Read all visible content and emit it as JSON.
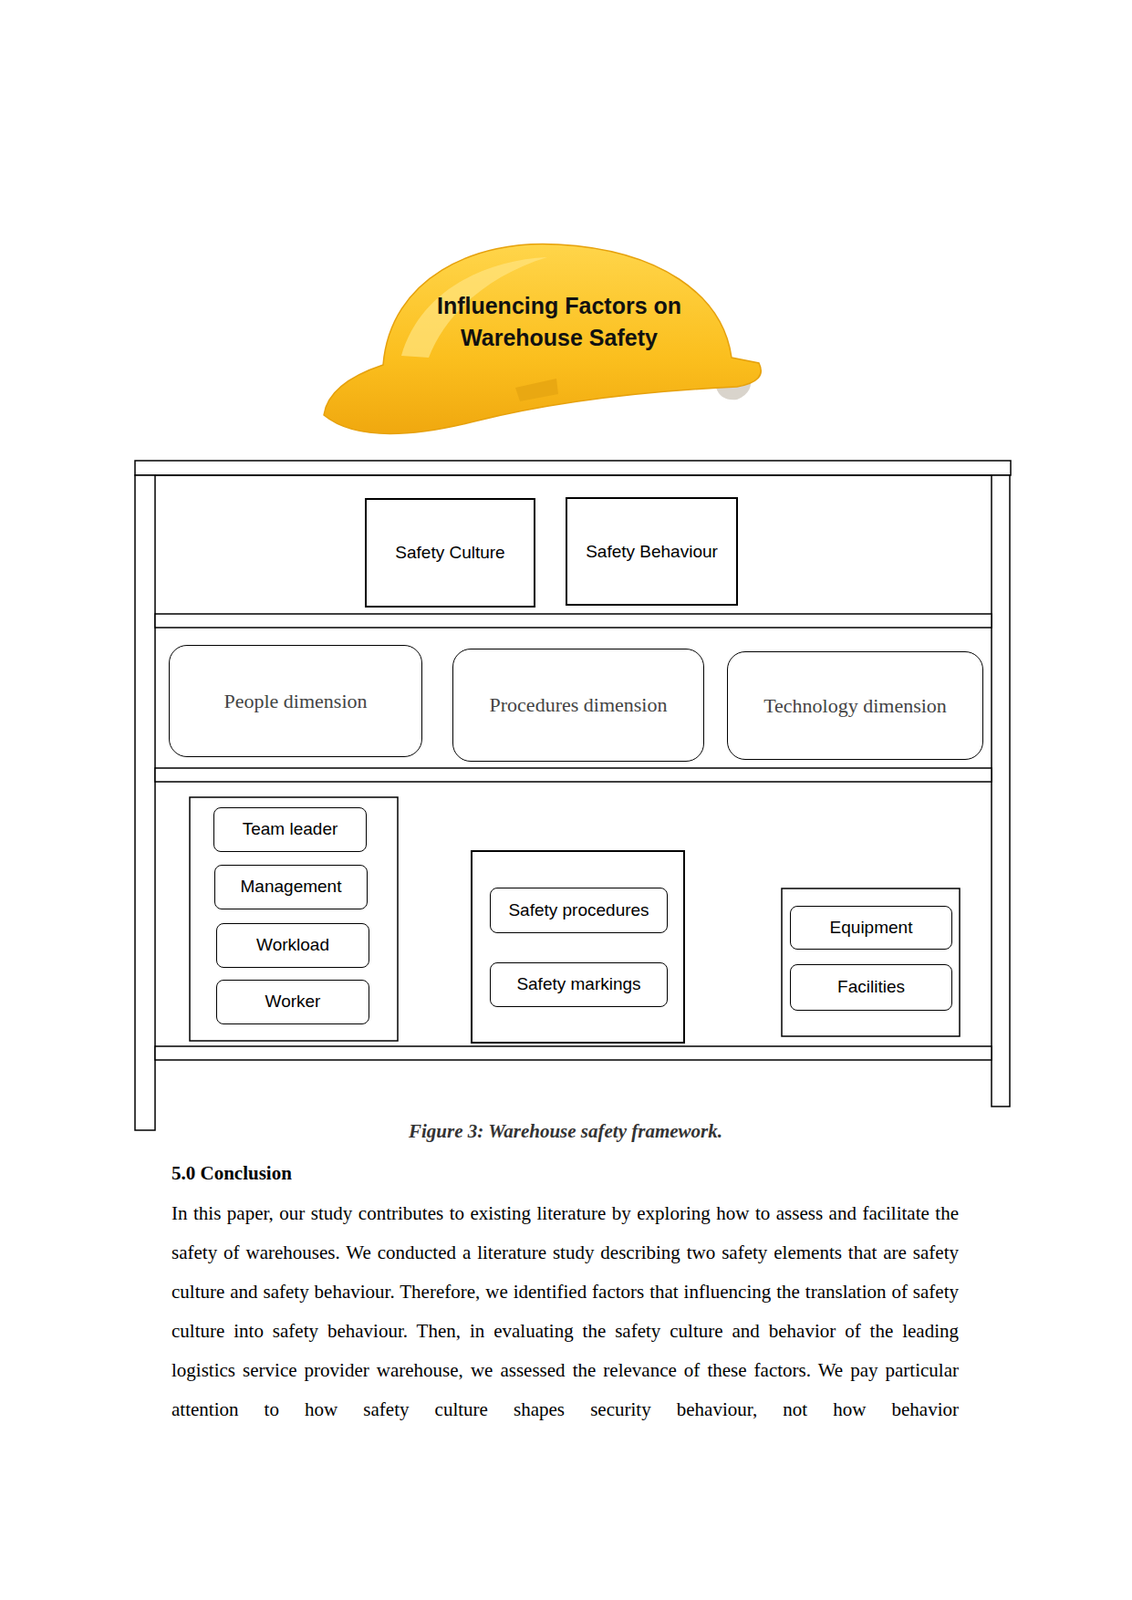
{
  "diagram": {
    "title": "Influencing Factors on Warehouse Safety",
    "caption": "Figure 3: Warehouse safety framework.",
    "nodes": [
      {
        "text": [
          "Safety Culture"
        ]
      },
      {
        "text": [
          "Safety Behaviour"
        ]
      },
      {
        "text": [
          "People dimension"
        ]
      },
      {
        "text": [
          "Procedures dimension"
        ]
      },
      {
        "text": [
          "Technology dimension"
        ]
      },
      {
        "text": [
          "Team leader"
        ]
      },
      {
        "text": [
          "Management"
        ]
      },
      {
        "text": [
          "Workload"
        ]
      },
      {
        "text": [
          "Worker"
        ]
      },
      {
        "text": [
          "Safety procedures"
        ]
      },
      {
        "text": [
          "Safety markings"
        ]
      },
      {
        "text": [
          "Equipment"
        ]
      },
      {
        "text": [
          "Facilities"
        ]
      }
    ],
    "edges": [],
    "labels": [
      "5.0 Conclusion",
      "In this paper, our study contributes to existing literature by exploring how to assess and facilitate the safety of warehouses. We conducted a literature study describing two safety elements that are safety culture and safety behaviour. Therefore, we identified factors that influencing the translation of safety culture into safety behaviour. Then, in evaluating the safety culture and behavior of the leading logistics service provider warehouse, we assessed the relevance of these factors. We pay particular attention to how safety culture shapes security behaviour, not how behavior"
    ]
  }
}
